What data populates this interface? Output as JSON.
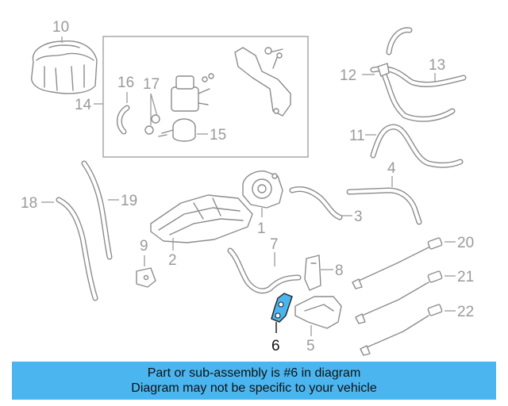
{
  "callouts": {
    "n1": "1",
    "n2": "2",
    "n3": "3",
    "n4": "4",
    "n5": "5",
    "n6": "6",
    "n7": "7",
    "n8": "8",
    "n9": "9",
    "n10": "10",
    "n11": "11",
    "n12": "12",
    "n13": "13",
    "n14": "14",
    "n15": "15",
    "n16": "16",
    "n17": "17",
    "n18": "18",
    "n19": "19",
    "n20": "20",
    "n21": "21",
    "n22": "22"
  },
  "highlighted_part": "6",
  "colors": {
    "highlight": "#4ab5ee",
    "banner": "#4ab5ee",
    "line": "#8c8c8c"
  },
  "banner": {
    "line1": "Part or sub-assembly is #6 in diagram",
    "line2": "Diagram may not be specific to your vehicle"
  }
}
